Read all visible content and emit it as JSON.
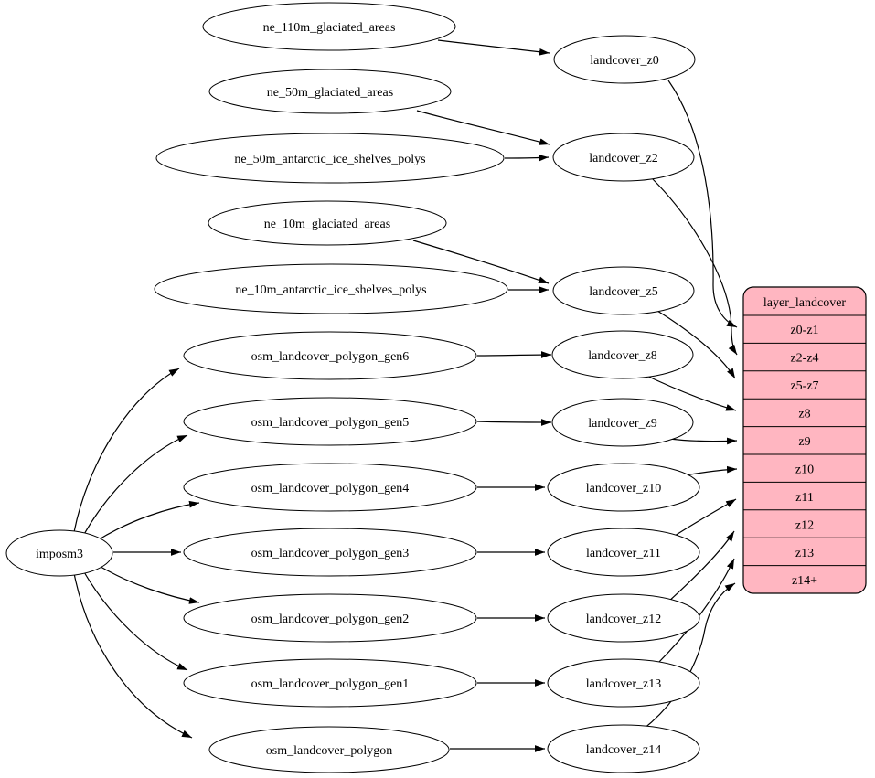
{
  "colors": {
    "background": "#ffffff",
    "node_fill": "#ffffff",
    "stroke": "#000000",
    "table_fill": "#ffb6c1"
  },
  "importer": {
    "label": "imposm3"
  },
  "source_nodes": [
    {
      "label": "ne_110m_glaciated_areas",
      "target": "landcover_z0"
    },
    {
      "label": "ne_50m_glaciated_areas",
      "target": "landcover_z2"
    },
    {
      "label": "ne_50m_antarctic_ice_shelves_polys",
      "target": "landcover_z2"
    },
    {
      "label": "ne_10m_glaciated_areas",
      "target": "landcover_z5"
    },
    {
      "label": "ne_10m_antarctic_ice_shelves_polys",
      "target": "landcover_z5"
    },
    {
      "label": "osm_landcover_polygon_gen6",
      "target": "landcover_z8"
    },
    {
      "label": "osm_landcover_polygon_gen5",
      "target": "landcover_z9"
    },
    {
      "label": "osm_landcover_polygon_gen4",
      "target": "landcover_z10"
    },
    {
      "label": "osm_landcover_polygon_gen3",
      "target": "landcover_z11"
    },
    {
      "label": "osm_landcover_polygon_gen2",
      "target": "landcover_z12"
    },
    {
      "label": "osm_landcover_polygon_gen1",
      "target": "landcover_z13"
    },
    {
      "label": "osm_landcover_polygon",
      "target": "landcover_z14"
    }
  ],
  "importer_targets": [
    "osm_landcover_polygon_gen6",
    "osm_landcover_polygon_gen5",
    "osm_landcover_polygon_gen4",
    "osm_landcover_polygon_gen3",
    "osm_landcover_polygon_gen2",
    "osm_landcover_polygon_gen1",
    "osm_landcover_polygon"
  ],
  "stage_nodes": [
    {
      "label": "landcover_z0",
      "target_row": "z0-z1"
    },
    {
      "label": "landcover_z2",
      "target_row": "z2-z4"
    },
    {
      "label": "landcover_z5",
      "target_row": "z5-z7"
    },
    {
      "label": "landcover_z8",
      "target_row": "z8"
    },
    {
      "label": "landcover_z9",
      "target_row": "z9"
    },
    {
      "label": "landcover_z10",
      "target_row": "z10"
    },
    {
      "label": "landcover_z11",
      "target_row": "z11"
    },
    {
      "label": "landcover_z12",
      "target_row": "z12"
    },
    {
      "label": "landcover_z13",
      "target_row": "z13"
    },
    {
      "label": "landcover_z14",
      "target_row": "z14+"
    }
  ],
  "layer_table": {
    "title": "layer_landcover",
    "rows": [
      "z0-z1",
      "z2-z4",
      "z5-z7",
      "z8",
      "z9",
      "z10",
      "z11",
      "z12",
      "z13",
      "z14+"
    ]
  }
}
